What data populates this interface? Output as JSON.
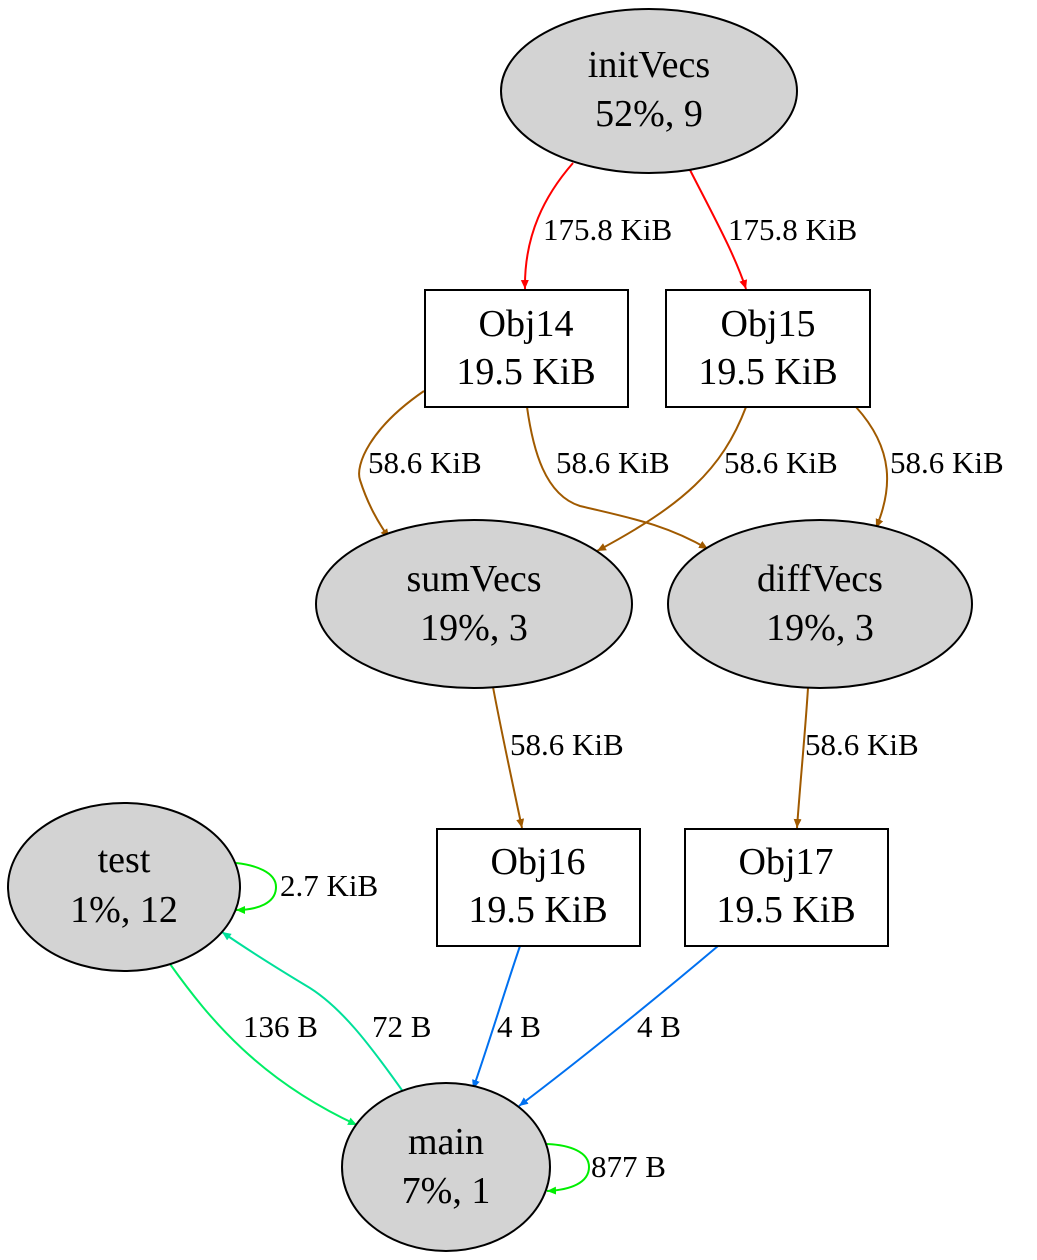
{
  "nodes": {
    "initVecs": {
      "name": "initVecs",
      "stats": "52%, 9"
    },
    "obj14": {
      "name": "Obj14",
      "stats": "19.5 KiB"
    },
    "obj15": {
      "name": "Obj15",
      "stats": "19.5 KiB"
    },
    "sumVecs": {
      "name": "sumVecs",
      "stats": "19%, 3"
    },
    "diffVecs": {
      "name": "diffVecs",
      "stats": "19%, 3"
    },
    "test": {
      "name": "test",
      "stats": "1%, 12"
    },
    "obj16": {
      "name": "Obj16",
      "stats": "19.5 KiB"
    },
    "obj17": {
      "name": "Obj17",
      "stats": "19.5 KiB"
    },
    "main": {
      "name": "main",
      "stats": "7%, 1"
    }
  },
  "edges": {
    "initVecs_obj14": "175.8 KiB",
    "initVecs_obj15": "175.8 KiB",
    "obj14_sumVecs": "58.6 KiB",
    "obj14_diffVecs": "58.6 KiB",
    "obj15_sumVecs": "58.6 KiB",
    "obj15_diffVecs": "58.6 KiB",
    "sumVecs_obj16": "58.6 KiB",
    "diffVecs_obj17": "58.6 KiB",
    "test_self": "2.7 KiB",
    "test_main": "136 B",
    "main_test": "72 B",
    "obj16_main": "4 B",
    "obj17_main": "4 B",
    "main_self": "877 B"
  },
  "colors": {
    "node_fill": "#d3d3d3",
    "red": "#ff0000",
    "brown": "#a05a00",
    "green": "#00ff00",
    "spring_green": "#00ee66",
    "teal_green": "#00e09a",
    "blue": "#0070f0"
  }
}
